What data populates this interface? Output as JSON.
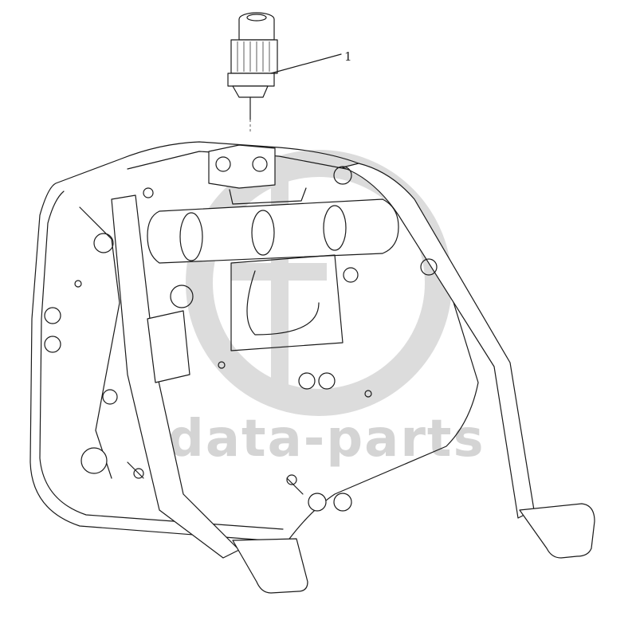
{
  "watermark": {
    "text": "data-parts",
    "color": "#d4d4d4"
  },
  "callouts": [
    {
      "number": "1"
    }
  ],
  "parts": {
    "sensor_icon": "pedal-switch-sensor",
    "assembly_icon": "pedal-box-assembly"
  }
}
